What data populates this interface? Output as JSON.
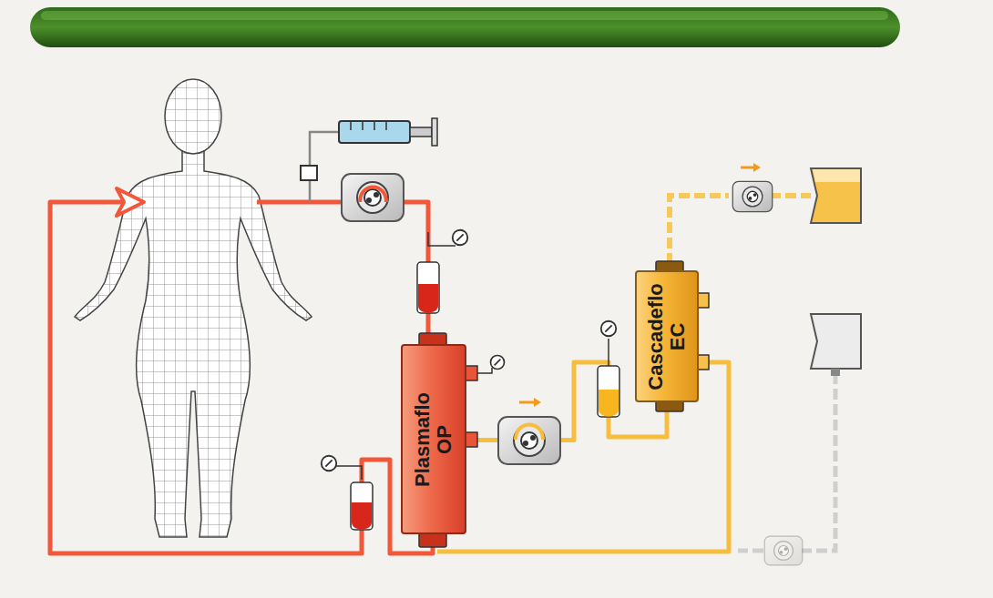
{
  "diagram": {
    "nodes": [
      {
        "text": [
          "Plasmaflo OP"
        ]
      },
      {
        "text": [
          "Cascadeflo EC"
        ]
      }
    ],
    "edges": [
      {
        "from": 0,
        "to": 1,
        "arrow": "none"
      }
    ]
  }
}
